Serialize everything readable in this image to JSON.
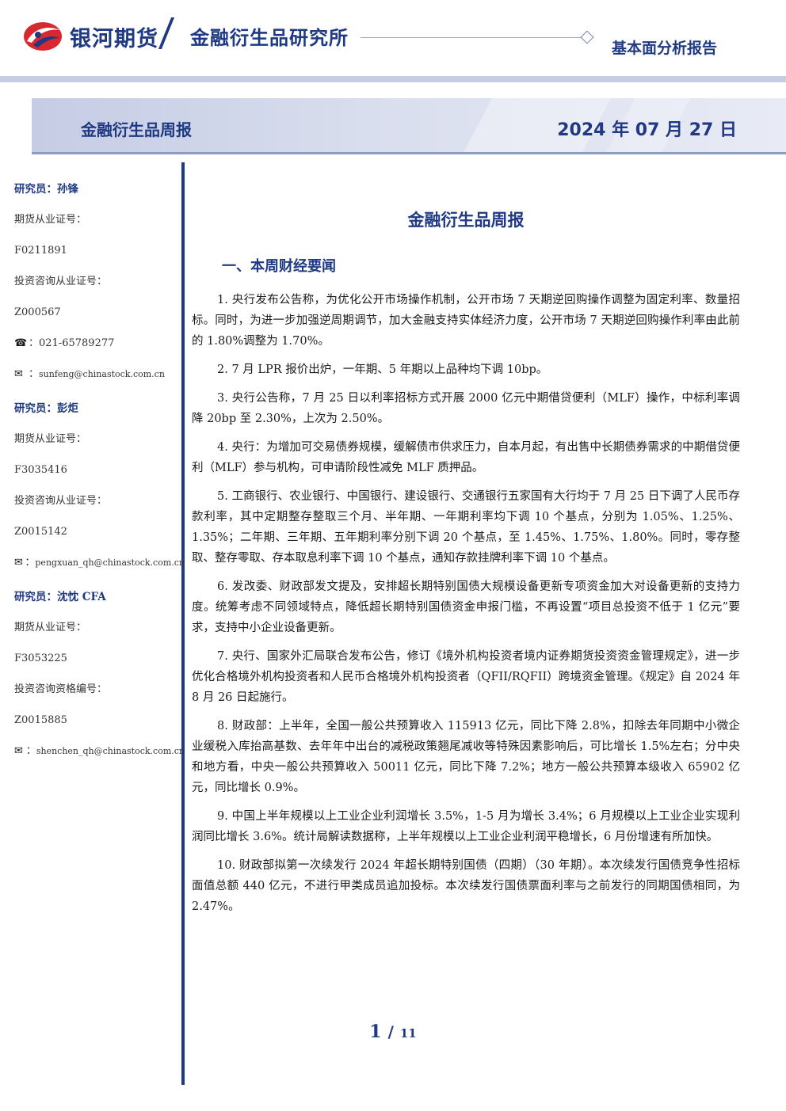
{
  "header": {
    "brand": "银河期货",
    "institute": "金融衍生品研究所",
    "report_type": "基本面分析报告"
  },
  "banner": {
    "title": "金融衍生品周报",
    "date": "2024 年 07 月 27 日"
  },
  "researchers": [
    {
      "name_line": "研究员：孙锋",
      "futures_label": "期货从业证号：",
      "futures_id": "F0211891",
      "consult_label": "投资咨询从业证号：",
      "consult_id": "Z000567",
      "phone": "021-65789277",
      "email": "sunfeng@chinastock.com.cn"
    },
    {
      "name_line": "研究员：彭炬",
      "futures_label": "期货从业证号：",
      "futures_id": "F3035416",
      "consult_label": "投资咨询从业证号：",
      "consult_id": "Z0015142",
      "email": "pengxuan_qh@chinastock.com.cn"
    },
    {
      "name_line": "研究员：沈忱  CFA",
      "futures_label": "期货从业证号：",
      "futures_id": "F3053225",
      "consult_label": "投资咨询资格编号：",
      "consult_id": "Z0015885",
      "email": "shenchen_qh@chinastock.com.cn"
    }
  ],
  "icons": {
    "phone": "phone-icon",
    "email": "email-icon"
  },
  "main": {
    "doc_title": "金融衍生品周报",
    "section_heading": "一、本周财经要闻",
    "paragraphs": [
      "1. 央行发布公告称，为优化公开市场操作机制，公开市场 7 天期逆回购操作调整为固定利率、数量招标。同时，为进一步加强逆周期调节，加大金融支持实体经济力度，公开市场 7 天期逆回购操作利率由此前的 1.80%调整为 1.70%。",
      "2. 7 月 LPR 报价出炉，一年期、5 年期以上品种均下调 10bp。",
      "3. 央行公告称，7 月 25 日以利率招标方式开展 2000 亿元中期借贷便利（MLF）操作，中标利率调降 20bp 至 2.30%，上次为 2.50%。",
      "4. 央行：为增加可交易债券规模，缓解债市供求压力，自本月起，有出售中长期债券需求的中期借贷便利（MLF）参与机构，可申请阶段性减免 MLF 质押品。",
      "5. 工商银行、农业银行、中国银行、建设银行、交通银行五家国有大行均于 7 月 25 日下调了人民币存款利率，其中定期整存整取三个月、半年期、一年期利率均下调 10 个基点，分别为 1.05%、1.25%、1.35%；二年期、三年期、五年期利率分别下调 20 个基点，至 1.45%、1.75%、1.80%。同时，零存整取、整存零取、存本取息利率下调 10 个基点，通知存款挂牌利率下调 10 个基点。",
      "6. 发改委、财政部发文提及，安排超长期特别国债大规模设备更新专项资金加大对设备更新的支持力度。统筹考虑不同领域特点，降低超长期特别国债资金申报门槛，不再设置“项目总投资不低于 1 亿元”要求，支持中小企业设备更新。",
      "7. 央行、国家外汇局联合发布公告，修订《境外机构投资者境内证券期货投资资金管理规定》，进一步优化合格境外机构投资者和人民币合格境外机构投资者（QFII/RQFII）跨境资金管理。《规定》自 2024 年 8 月 26 日起施行。",
      "8. 财政部：上半年，全国一般公共预算收入 115913 亿元，同比下降 2.8%，扣除去年同期中小微企业缓税入库抬高基数、去年年中出台的减税政策翘尾减收等特殊因素影响后，可比增长 1.5%左右；分中央和地方看，中央一般公共预算收入 50011 亿元，同比下降 7.2%；地方一般公共预算本级收入 65902 亿元，同比增长 0.9%。",
      "9. 中国上半年规模以上工业企业利润增长 3.5%，1-5 月为增长 3.4%；6 月规模以上工业企业实现利润同比增长 3.6%。统计局解读数据称，上半年规模以上工业企业利润平稳增长，6 月份增速有所加快。",
      "10. 财政部拟第一次续发行 2024 年超长期特别国债（四期）（30 年期）。本次续发行国债竞争性招标面值总额 440 亿元，不进行甲类成员追加投标。本次续发行国债票面利率与之前发行的同期国债相同，为 2.47%。"
    ]
  },
  "footer": {
    "page_current": "1",
    "page_sep": "/",
    "page_total": "11"
  },
  "colors": {
    "brand": "#1f3a82",
    "logo_red": "#d7282f",
    "band": "#c7cde3"
  }
}
